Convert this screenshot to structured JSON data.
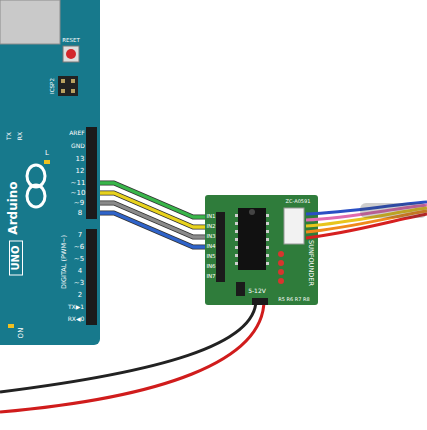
{
  "diagram": {
    "nodes": [
      {
        "text": [
          "Arduino",
          "UNO"
        ]
      },
      {
        "text": [
          "SUNFOUNDER"
        ]
      }
    ],
    "edges": [
      {
        "from": 0,
        "to": 1,
        "arrow": "none"
      },
      {
        "from": 0,
        "to": 1,
        "arrow": "none"
      },
      {
        "from": 0,
        "to": 1,
        "arrow": "none"
      },
      {
        "from": 0,
        "to": 1,
        "arrow": "none"
      }
    ],
    "labels": [
      "RESET",
      "ICSP2",
      "TX",
      "RX",
      "L",
      "AREF",
      "GND",
      "13",
      "12",
      "~11",
      "~10",
      "~9",
      "8",
      "7",
      "~6",
      "~5",
      "4",
      "~3",
      "2",
      "TX▶1",
      "RX◀0",
      "DIGITAL (PWM~)",
      "ON",
      "IN1",
      "IN2",
      "IN3",
      "IN4",
      "IN5",
      "IN6",
      "IN7",
      "ZC-A0591",
      "5-12V",
      "R5 R6 R7 R8"
    ]
  }
}
